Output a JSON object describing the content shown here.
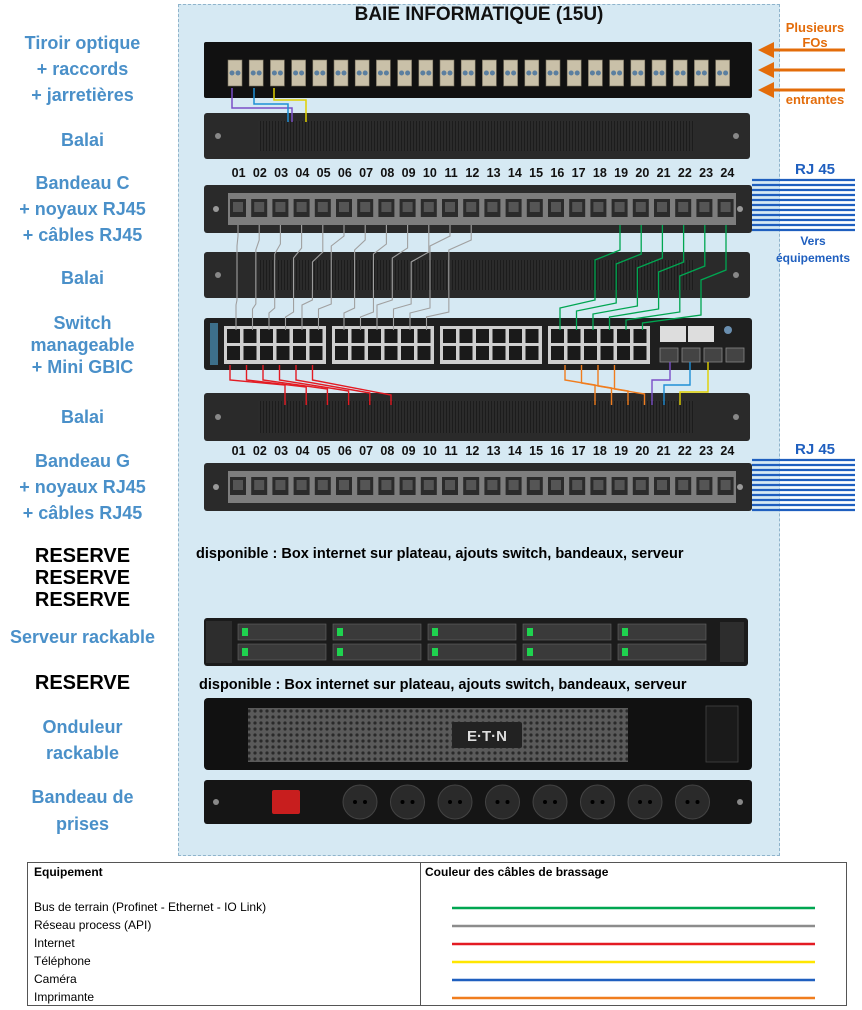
{
  "title": "BAIE INFORMATIQUE (15U)",
  "left_labels": {
    "fiber_tray": [
      "Tiroir optique",
      "+ raccords",
      "+ jarretières"
    ],
    "brush1": "Balai",
    "panel_c": [
      "Bandeau C",
      "+ noyaux RJ45",
      "+ câbles RJ45"
    ],
    "brush2": "Balai",
    "switch": [
      "Switch",
      "manageable",
      "+ Mini GBIC"
    ],
    "brush3": "Balai",
    "panel_g": [
      "Bandeau G",
      "+ noyaux RJ45",
      "+ câbles RJ45"
    ],
    "reserve_block": [
      "RESERVE",
      "RESERVE",
      "RESERVE"
    ],
    "server": "Serveur rackable",
    "reserve_single": "RESERVE",
    "ups": [
      "Onduleur",
      "rackable"
    ],
    "pdu": [
      "Bandeau de",
      "prises"
    ]
  },
  "available_text_1": "disponible : Box internet sur plateau, ajouts switch, bandeaux, serveur",
  "available_text_2": "disponible : Box internet sur plateau, ajouts switch, bandeaux, serveur",
  "port_numbers": [
    "01",
    "02",
    "03",
    "04",
    "05",
    "06",
    "07",
    "08",
    "09",
    "10",
    "11",
    "12",
    "13",
    "14",
    "15",
    "16",
    "17",
    "18",
    "19",
    "20",
    "21",
    "22",
    "23",
    "24"
  ],
  "right_labels": {
    "fibers": [
      "Plusieurs",
      "FOs",
      "entrantes"
    ],
    "rj45_top": "RJ 45",
    "to_equipment": [
      "Vers",
      "équipements"
    ],
    "rj45_bottom": "RJ 45"
  },
  "ups_brand": "E·T·N",
  "legend": {
    "header_left": "Equipement",
    "header_right": "Couleur des câbles de brassage",
    "items": [
      {
        "label": "Bus de terrain (Profinet - Ethernet - IO Link)",
        "color": "#00a651"
      },
      {
        "label": "Réseau process (API)",
        "color": "#8c8c8c"
      },
      {
        "label": "Internet",
        "color": "#e31b23"
      },
      {
        "label": "Téléphone",
        "color": "#ffe600"
      },
      {
        "label": "Caméra",
        "color": "#1f5fbf"
      },
      {
        "label": "Imprimante",
        "color": "#f07d1e"
      }
    ]
  },
  "colors": {
    "label_blue": "#4a90c9",
    "orange": "#e36c0a",
    "rack_bg": "#d6e9f3"
  }
}
